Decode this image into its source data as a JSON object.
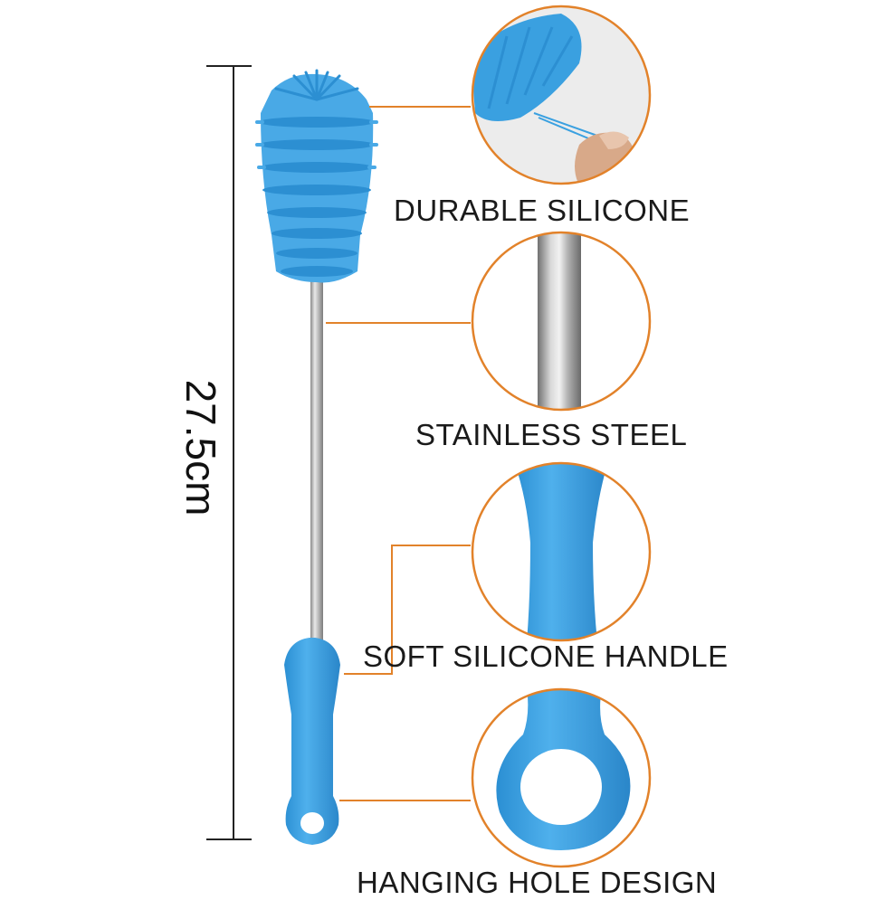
{
  "dimension": {
    "length_label": "27.5cm"
  },
  "features": [
    {
      "label": "DURABLE SILICONE"
    },
    {
      "label": "STAINLESS STEEL"
    },
    {
      "label": "SOFT SILICONE HANDLE"
    },
    {
      "label": "HANGING HOLE DESIGN"
    }
  ],
  "colors": {
    "silicone_blue": "#3aa0e0",
    "silicone_blue_dark": "#1f84c8",
    "callout_orange": "#e2822a",
    "steel": "#b9b9b9"
  }
}
